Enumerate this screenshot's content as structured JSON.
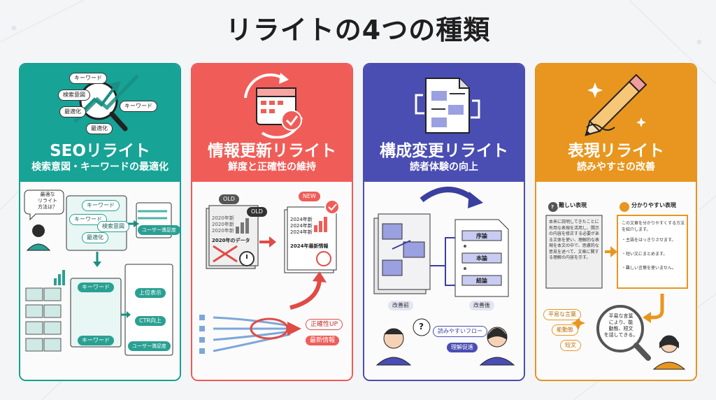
{
  "title": "リライトの4つの種類",
  "colors": {
    "seo": "#17a396",
    "update": "#f05d58",
    "structure": "#4a4db2",
    "expression": "#e8961f"
  },
  "cards": [
    {
      "title": "SEOリライト",
      "subtitle": "検索意図・キーワードの最適化",
      "icon_labels": [
        "キーワード",
        "検索意図",
        "キーワード",
        "最適化",
        "最適化"
      ],
      "bubble": "最適な\nリライト\n方法は？",
      "flow_labels": [
        "キーワード",
        "キーワード",
        "検索意図",
        "最適化",
        "ユーザー満足度",
        "キーワード",
        "キーワード",
        "上位表示",
        "CTR向上",
        "ユーザー満足度"
      ]
    },
    {
      "title": "情報更新リライト",
      "subtitle": "鮮度と正確性の維持",
      "old_badge": "OLD",
      "old_tag": "OLD",
      "old_years": [
        "2020年新",
        "2020年新",
        "2020年新"
      ],
      "old_caption": "2020年のデータ",
      "new_badge": "NEW",
      "new_years": [
        "2024年新",
        "2024年新",
        "2024年新"
      ],
      "new_caption": "2024年最新情報",
      "tags": [
        "正確性UP",
        "最新情報"
      ]
    },
    {
      "title": "構成変更リライト",
      "subtitle": "読者体験の向上",
      "sections": [
        "序論",
        "本論",
        "結論"
      ],
      "before": "改善前",
      "after": "改善後",
      "tags": [
        "読みやすいフロー",
        "理解促進"
      ]
    },
    {
      "title": "表現リライト",
      "subtitle": "読みやすさの改善",
      "hard_label": "難しい表現",
      "easy_label": "分かりやすい表現",
      "hard_text": "本来に説明してきたことに有用な表現を活用し、開示の内容を修正する必要がある文体を使い、理解的な表現を本文の中で、思慮的な意見を述べて、文章に関する理解の内容を示す。",
      "easy_text": [
        "この文章を分かりやすくする方法を紹介します。",
        "・主語をはっきりさせます。",
        "・短い文にまとめます。",
        "・難しい言葉を使いません。"
      ],
      "tags": [
        "平易な言葉",
        "能動態",
        "短文"
      ],
      "magnifier": "平易な言葉\nにより、能\n動態、短文\nを話してきる。"
    }
  ]
}
